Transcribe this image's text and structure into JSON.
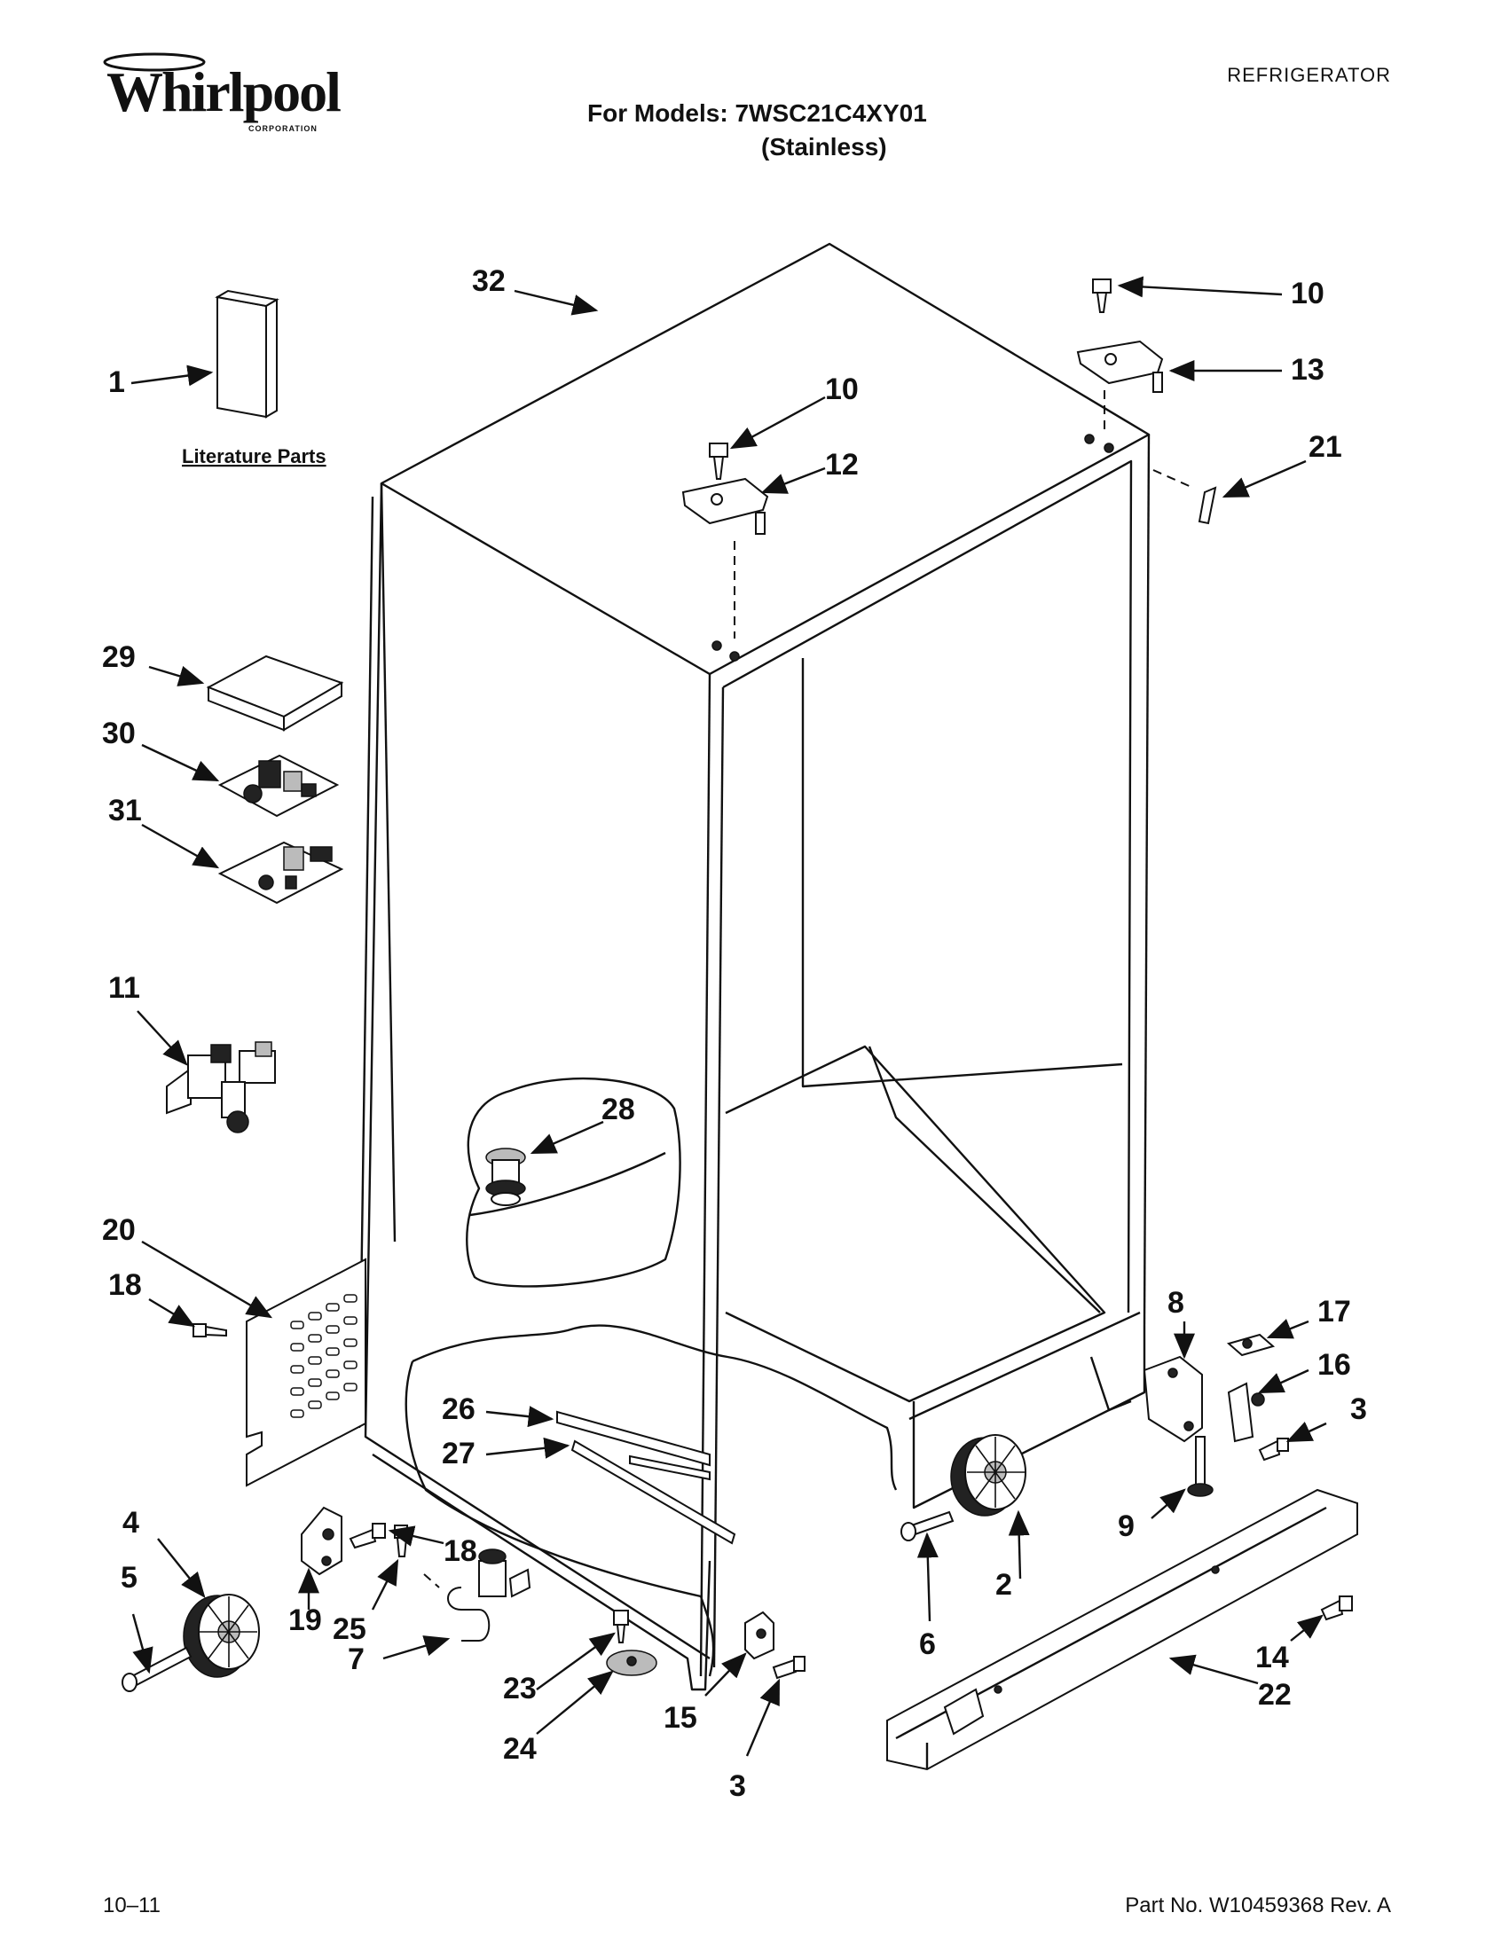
{
  "brand": {
    "name": "Whirlpool",
    "corporation": "CORPORATION"
  },
  "header": {
    "section": "REFRIGERATOR",
    "models": "For Models: 7WSC21C4XY01",
    "finish": "(Stainless)"
  },
  "diagram": {
    "literature_label": "Literature Parts",
    "callouts": [
      "1",
      "2",
      "3",
      "4",
      "5",
      "6",
      "7",
      "8",
      "9",
      "10",
      "11",
      "12",
      "13",
      "14",
      "15",
      "16",
      "17",
      "18",
      "19",
      "20",
      "21",
      "22",
      "23",
      "24",
      "25",
      "26",
      "27",
      "28",
      "29",
      "30",
      "31",
      "32"
    ]
  },
  "footer": {
    "date": "10–11",
    "part_number": "Part No. W10459368 Rev. A"
  }
}
